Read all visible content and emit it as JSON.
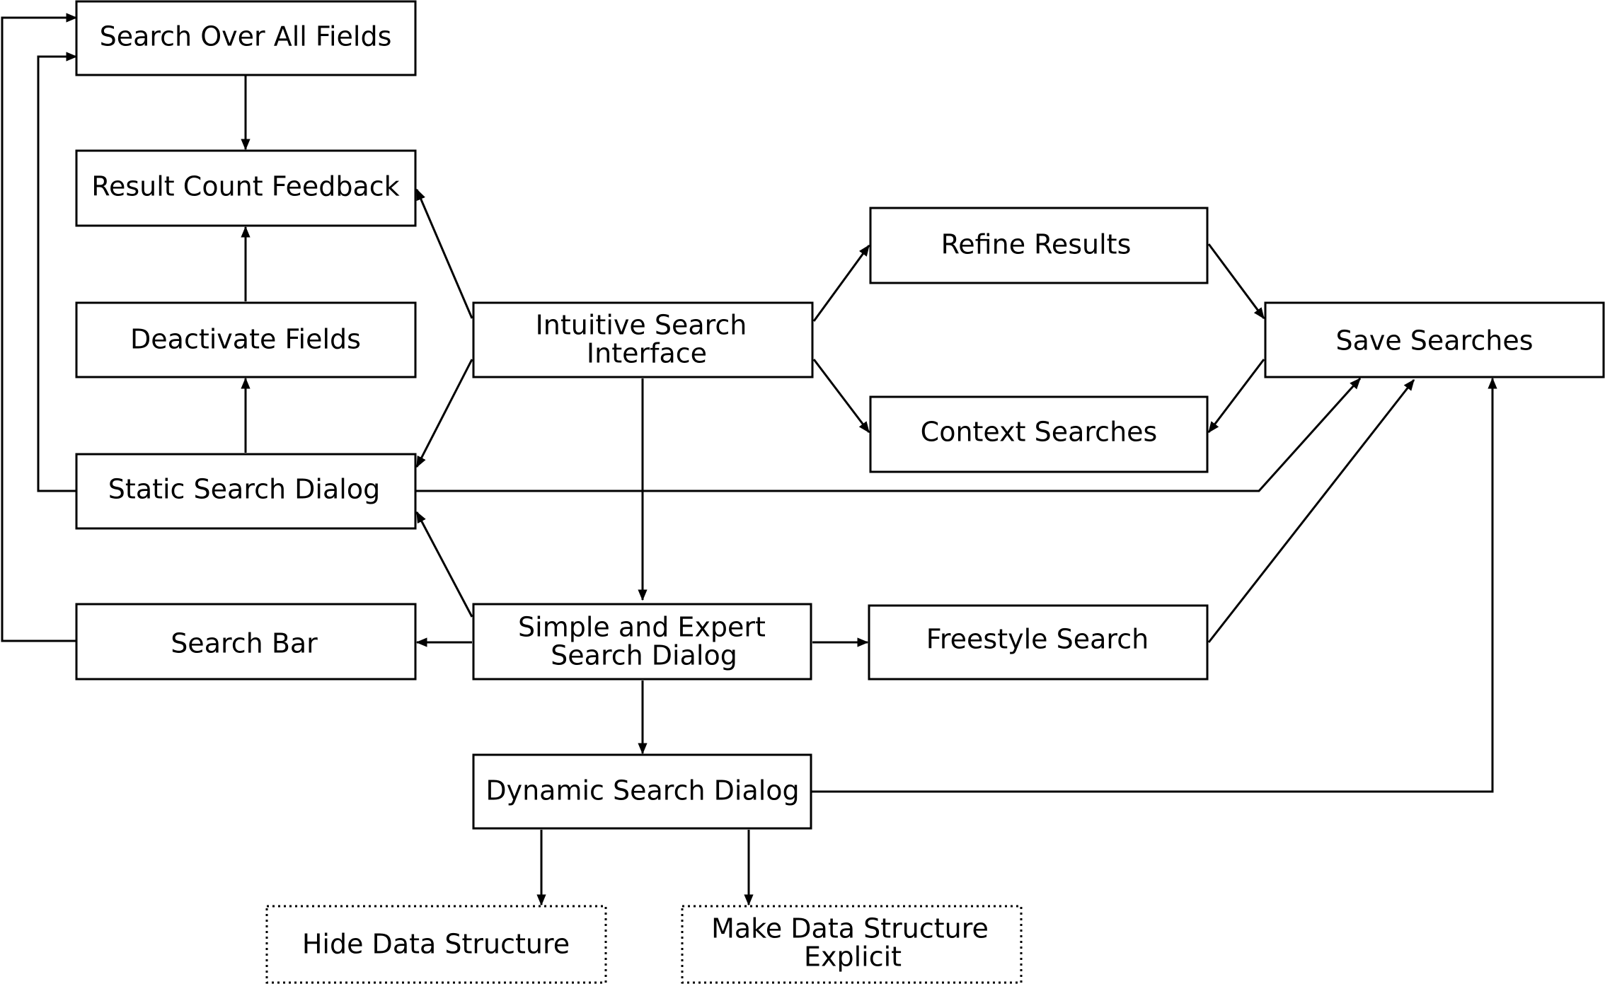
{
  "nodes": {
    "search_over_all_fields": "Search Over All Fields",
    "result_count_feedback": "Result Count Feedback",
    "deactivate_fields": "Deactivate Fields",
    "static_search_dialog": "Static Search Dialog",
    "search_bar": "Search Bar",
    "intuitive_search_interface": [
      "Intuitive Search",
      "Interface"
    ],
    "simple_expert_search_dialog": [
      "Simple and Expert",
      "Search Dialog"
    ],
    "dynamic_search_dialog": "Dynamic Search Dialog",
    "hide_data_structure": "Hide Data Structure",
    "make_data_structure_explicit": [
      "Make Data Structure",
      "Explicit"
    ],
    "refine_results": "Refine Results",
    "context_searches": "Context Searches",
    "freestyle_search": "Freestyle Search",
    "save_searches": "Save Searches"
  },
  "edges": [
    {
      "from": "search_over_all_fields",
      "to": "result_count_feedback"
    },
    {
      "from": "deactivate_fields",
      "to": "result_count_feedback"
    },
    {
      "from": "static_search_dialog",
      "to": "deactivate_fields"
    },
    {
      "from": "static_search_dialog",
      "to": "search_over_all_fields"
    },
    {
      "from": "search_bar",
      "to": "search_over_all_fields"
    },
    {
      "from": "intuitive_search_interface",
      "to": "result_count_feedback"
    },
    {
      "from": "intuitive_search_interface",
      "to": "static_search_dialog"
    },
    {
      "from": "intuitive_search_interface",
      "to": "simple_expert_search_dialog"
    },
    {
      "from": "intuitive_search_interface",
      "to": "refine_results"
    },
    {
      "from": "intuitive_search_interface",
      "to": "context_searches"
    },
    {
      "from": "simple_expert_search_dialog",
      "to": "static_search_dialog"
    },
    {
      "from": "simple_expert_search_dialog",
      "to": "search_bar"
    },
    {
      "from": "simple_expert_search_dialog",
      "to": "freestyle_search"
    },
    {
      "from": "simple_expert_search_dialog",
      "to": "dynamic_search_dialog"
    },
    {
      "from": "dynamic_search_dialog",
      "to": "hide_data_structure"
    },
    {
      "from": "dynamic_search_dialog",
      "to": "make_data_structure_explicit"
    },
    {
      "from": "dynamic_search_dialog",
      "to": "save_searches"
    },
    {
      "from": "refine_results",
      "to": "save_searches"
    },
    {
      "from": "save_searches",
      "to": "context_searches"
    },
    {
      "from": "static_search_dialog",
      "to": "save_searches"
    },
    {
      "from": "freestyle_search",
      "to": "save_searches"
    }
  ]
}
